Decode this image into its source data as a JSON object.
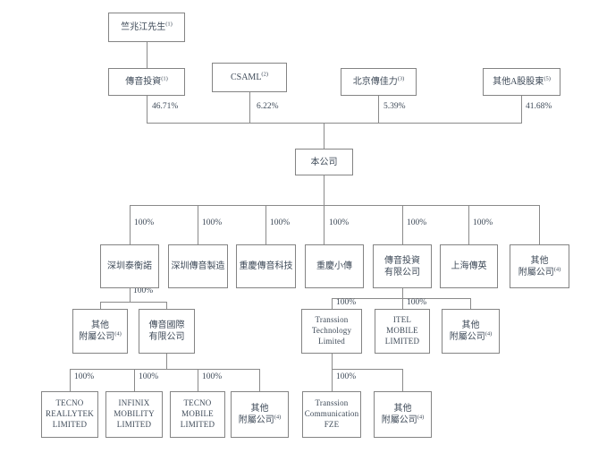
{
  "chart_type": "org-chart",
  "colors": {
    "background": "#ffffff",
    "box_border": "#848484",
    "text": "#3e4a58",
    "line": "#8a8a8a"
  },
  "nodes": [
    {
      "id": "zhu-zhaojiang",
      "label": "竺兆江先生",
      "note": "(1)"
    },
    {
      "id": "transsion-investment",
      "label": "傳音投資",
      "note": "(1)"
    },
    {
      "id": "csaml",
      "label": "CSAML",
      "note": "(2)"
    },
    {
      "id": "beijing-chuanjiali",
      "label": "北京傳佳力",
      "note": "(3)"
    },
    {
      "id": "other-a-share-holders",
      "label": "其他A股股東",
      "note": "(5)"
    },
    {
      "id": "the-company",
      "label": "本公司"
    },
    {
      "id": "shenzhen-tai-heng-nuo",
      "label": "深圳泰衡諾"
    },
    {
      "id": "shenzhen-transsion-mfg",
      "label": "深圳傳音製造"
    },
    {
      "id": "chongqing-transsion-tech",
      "label": "重慶傳音科技"
    },
    {
      "id": "chongqing-xiaochuan",
      "label": "重慶小傳"
    },
    {
      "id": "transsion-investment-co",
      "label": "傳音投資\n有限公司"
    },
    {
      "id": "shanghai-chuanying",
      "label": "上海傳英"
    },
    {
      "id": "other-subsidiaries-1",
      "label": "其他\n附屬公司",
      "note": "(4)"
    },
    {
      "id": "other-subsidiaries-2",
      "label": "其他\n附屬公司",
      "note": "(4)"
    },
    {
      "id": "transsion-international-co",
      "label": "傳音國際\n有限公司"
    },
    {
      "id": "transsion-technology-ltd",
      "label": "Transsion\nTechnology\nLimited"
    },
    {
      "id": "itel-mobile-limited",
      "label": "ITEL\nMOBILE\nLIMITED"
    },
    {
      "id": "other-subsidiaries-3",
      "label": "其他\n附屬公司",
      "note": "(4)"
    },
    {
      "id": "tecno-reallytek-limited",
      "label": "TECNO\nREALLYTEK\nLIMITED"
    },
    {
      "id": "infinix-mobility-limited",
      "label": "INFINIX\nMOBILITY\nLIMITED"
    },
    {
      "id": "tecno-mobile-limited",
      "label": "TECNO\nMOBILE\nLIMITED"
    },
    {
      "id": "other-subsidiaries-4",
      "label": "其他\n附屬公司",
      "note": "(4)"
    },
    {
      "id": "transsion-communication-fze",
      "label": "Transsion\nCommunication\nFZE"
    },
    {
      "id": "other-subsidiaries-5",
      "label": "其他\n附屬公司",
      "note": "(4)"
    }
  ],
  "edge_labels": [
    {
      "text": "46.71%"
    },
    {
      "text": "6.22%"
    },
    {
      "text": "5.39%"
    },
    {
      "text": "41.68%"
    },
    {
      "text": "100%"
    },
    {
      "text": "100%"
    },
    {
      "text": "100%"
    },
    {
      "text": "100%"
    },
    {
      "text": "100%"
    },
    {
      "text": "100%"
    },
    {
      "text": "100%"
    },
    {
      "text": "100%"
    },
    {
      "text": "100%"
    },
    {
      "text": "100%"
    },
    {
      "text": "100%"
    },
    {
      "text": "100%"
    },
    {
      "text": "100%"
    }
  ],
  "edges": [
    {
      "from": "zhu-zhaojiang",
      "to": "transsion-investment",
      "label": ""
    },
    {
      "from": "transsion-investment",
      "to": "the-company",
      "label": "46.71%"
    },
    {
      "from": "csaml",
      "to": "the-company",
      "label": "6.22%"
    },
    {
      "from": "beijing-chuanjiali",
      "to": "the-company",
      "label": "5.39%"
    },
    {
      "from": "other-a-share-holders",
      "to": "the-company",
      "label": "41.68%"
    },
    {
      "from": "the-company",
      "to": "shenzhen-tai-heng-nuo",
      "label": "100%"
    },
    {
      "from": "the-company",
      "to": "shenzhen-transsion-mfg",
      "label": "100%"
    },
    {
      "from": "the-company",
      "to": "chongqing-transsion-tech",
      "label": "100%"
    },
    {
      "from": "the-company",
      "to": "chongqing-xiaochuan",
      "label": "100%"
    },
    {
      "from": "the-company",
      "to": "transsion-investment-co",
      "label": "100%"
    },
    {
      "from": "the-company",
      "to": "shanghai-chuanying",
      "label": "100%"
    },
    {
      "from": "the-company",
      "to": "other-subsidiaries-1",
      "label": ""
    },
    {
      "from": "shenzhen-tai-heng-nuo",
      "to": "other-subsidiaries-2",
      "label": ""
    },
    {
      "from": "shenzhen-tai-heng-nuo",
      "to": "transsion-international-co",
      "label": "100%"
    },
    {
      "from": "transsion-investment-co",
      "to": "transsion-technology-ltd",
      "label": "100%"
    },
    {
      "from": "transsion-investment-co",
      "to": "itel-mobile-limited",
      "label": "100%"
    },
    {
      "from": "transsion-investment-co",
      "to": "other-subsidiaries-3",
      "label": ""
    },
    {
      "from": "transsion-international-co",
      "to": "tecno-reallytek-limited",
      "label": "100%"
    },
    {
      "from": "transsion-international-co",
      "to": "infinix-mobility-limited",
      "label": "100%"
    },
    {
      "from": "transsion-international-co",
      "to": "tecno-mobile-limited",
      "label": "100%"
    },
    {
      "from": "transsion-international-co",
      "to": "other-subsidiaries-4",
      "label": ""
    },
    {
      "from": "transsion-technology-ltd",
      "to": "transsion-communication-fze",
      "label": "100%"
    },
    {
      "from": "transsion-technology-ltd",
      "to": "other-subsidiaries-5",
      "label": ""
    }
  ]
}
